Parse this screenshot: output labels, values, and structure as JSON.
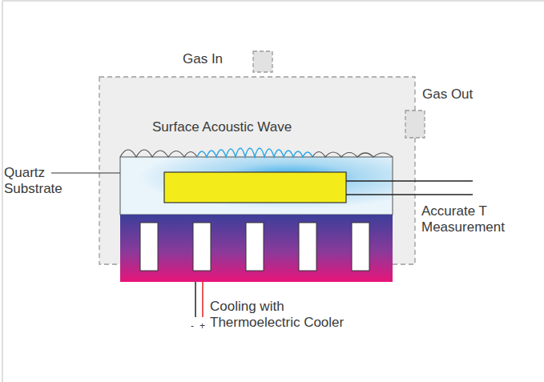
{
  "diagram": {
    "labels": [
      "Gas In",
      "Gas Out",
      "Surface Acoustic Wave",
      "Quartz Substrate",
      "Accurate T Measurement",
      "Cooling with Thermoelectric Cooler",
      "-",
      "+"
    ]
  }
}
